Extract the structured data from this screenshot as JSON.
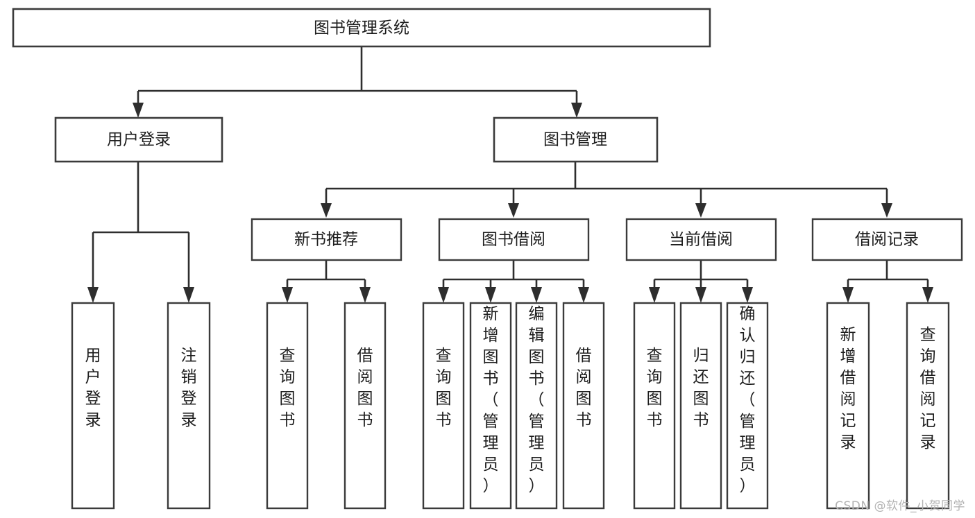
{
  "diagram": {
    "title": "图书管理系统",
    "type": "tree-hierarchy",
    "watermark": "CSDN @软件_小贺同学",
    "root": {
      "id": "root",
      "label": "图书管理系统"
    },
    "level2": [
      {
        "id": "user-login",
        "label": "用户登录"
      },
      {
        "id": "book-manage",
        "label": "图书管理"
      }
    ],
    "level3": [
      {
        "id": "new-book-recommend",
        "label": "新书推荐",
        "parent": "book-manage"
      },
      {
        "id": "book-borrow",
        "label": "图书借阅",
        "parent": "book-manage"
      },
      {
        "id": "current-borrow",
        "label": "当前借阅",
        "parent": "book-manage"
      },
      {
        "id": "borrow-record",
        "label": "借阅记录",
        "parent": "book-manage"
      }
    ],
    "leaves": [
      {
        "id": "leaf-user-login",
        "label": "用户登录",
        "parent": "user-login"
      },
      {
        "id": "leaf-logout-login",
        "label": "注销登录",
        "parent": "user-login"
      },
      {
        "id": "leaf-query-book-1",
        "label": "查询图书",
        "parent": "new-book-recommend"
      },
      {
        "id": "leaf-borrow-book-1",
        "label": "借阅图书",
        "parent": "new-book-recommend"
      },
      {
        "id": "leaf-query-book-2",
        "label": "查询图书",
        "parent": "book-borrow"
      },
      {
        "id": "leaf-add-book",
        "label": "新增图书（管理员）",
        "parent": "book-borrow"
      },
      {
        "id": "leaf-edit-book",
        "label": "编辑图书（管理员）",
        "parent": "book-borrow"
      },
      {
        "id": "leaf-borrow-book-2",
        "label": "借阅图书",
        "parent": "book-borrow"
      },
      {
        "id": "leaf-query-book-3",
        "label": "查询图书",
        "parent": "current-borrow"
      },
      {
        "id": "leaf-return-book",
        "label": "归还图书",
        "parent": "current-borrow"
      },
      {
        "id": "leaf-confirm-return",
        "label": "确认归还（管理员）",
        "parent": "current-borrow"
      },
      {
        "id": "leaf-add-record",
        "label": "新增借阅记录",
        "parent": "borrow-record"
      },
      {
        "id": "leaf-query-record",
        "label": "查询借阅记录",
        "parent": "borrow-record"
      }
    ],
    "colors": {
      "box_stroke": "#3b3b3b",
      "edge": "#2e2e2e",
      "text": "#1d1d1d",
      "background": "#ffffff",
      "watermark": "#b3b3b3"
    }
  }
}
